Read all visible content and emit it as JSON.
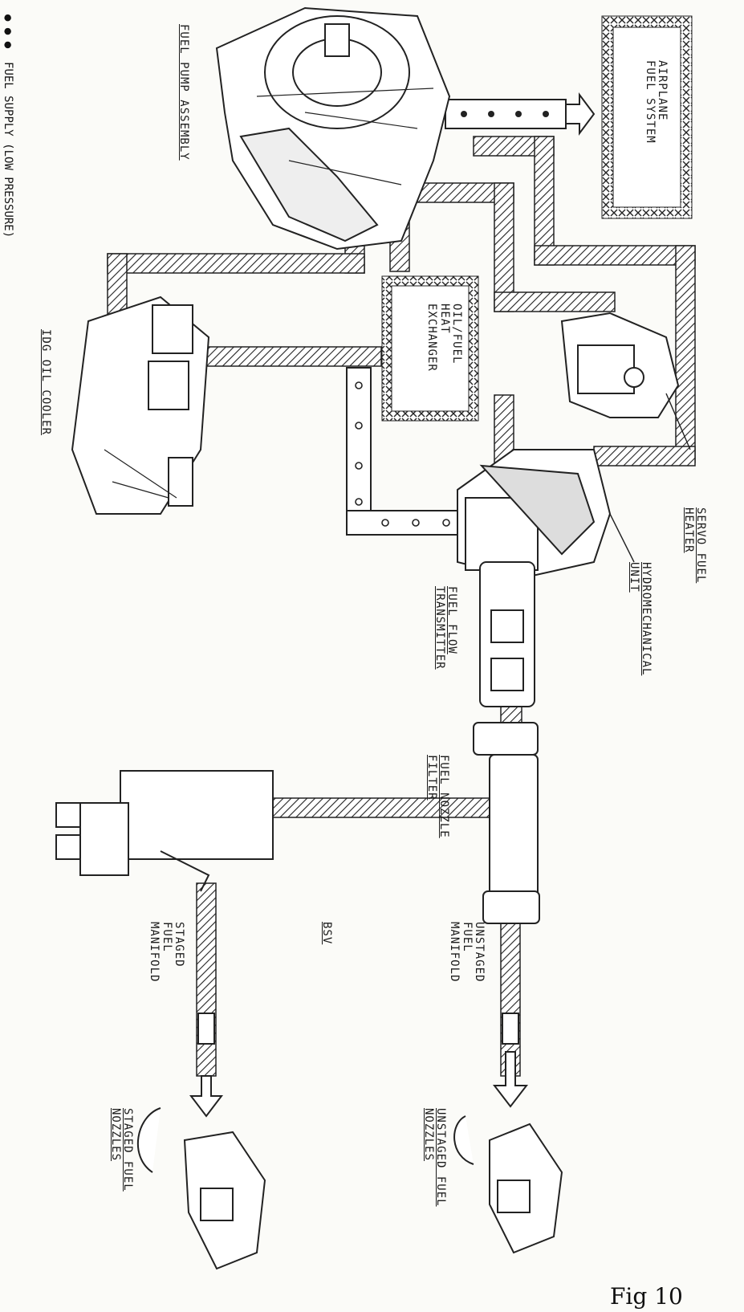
{
  "labels": {
    "airplane_fuel_system": [
      "AIRPLANE",
      "FUEL SYSTEM"
    ],
    "servo_fuel_heater": [
      "SERVO FUEL",
      "HEATER"
    ],
    "hydromechanical_unit": [
      "HYDROMECHANICAL",
      "UNIT"
    ],
    "oil_fuel_heat_exchanger": [
      "OIL/FUEL",
      "HEAT",
      "EXCHANGER"
    ],
    "fuel_pump_assembly": "FUEL PUMP ASSEMBLY",
    "idg_oil_cooler": "IDG OIL COOLER",
    "fuel_flow_transmitter": [
      "FUEL FLOW",
      "TRANSMITTER"
    ],
    "fuel_nozzle_filter": [
      "FUEL NOZZLE",
      "FILTER"
    ],
    "bsv": "BSV",
    "unstaged_fuel_manifold": [
      "UNSTAGED",
      "FUEL",
      "MANIFOLD"
    ],
    "staged_fuel_manifold": [
      "STAGED",
      "FUEL",
      "MANIFOLD"
    ],
    "unstaged_fuel_nozzles": [
      "UNSTAGED FUEL",
      "NOZZLES"
    ],
    "staged_fuel_nozzles": [
      "STAGED FUEL",
      "NOZZLES"
    ]
  },
  "legend": {
    "fuel_supply_low_pressure": "FUEL SUPPLY (LOW PRESSURE)"
  },
  "figure": "Fig 10"
}
